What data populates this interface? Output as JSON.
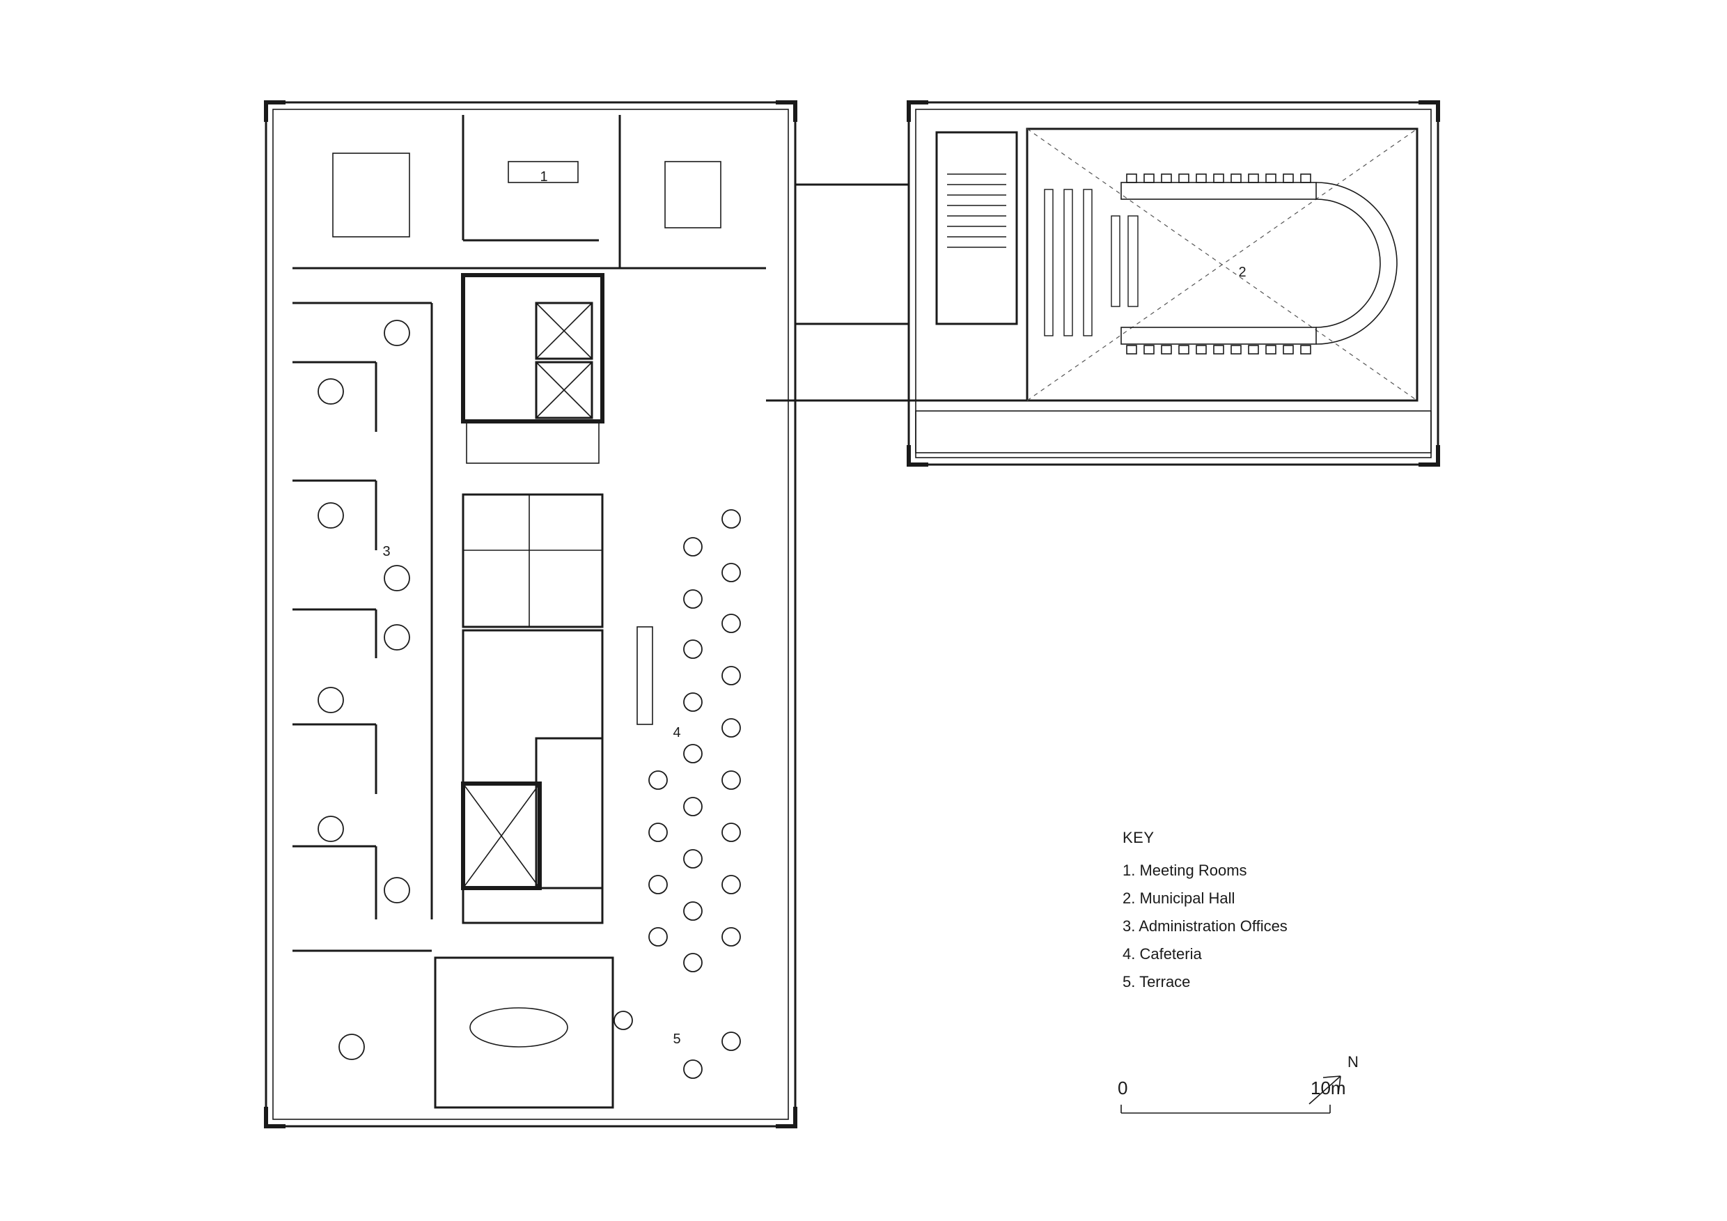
{
  "key": {
    "title": "KEY",
    "items": [
      "1. Meeting Rooms",
      "2. Municipal Hall",
      "3. Administration Offices",
      "4. Cafeteria",
      "5. Terrace"
    ]
  },
  "room_numbers": {
    "r1": "1",
    "r2": "2",
    "r3": "3",
    "r4": "4",
    "r5": "5"
  },
  "scale": {
    "start": "0",
    "end": "10m"
  },
  "north_label": "N"
}
